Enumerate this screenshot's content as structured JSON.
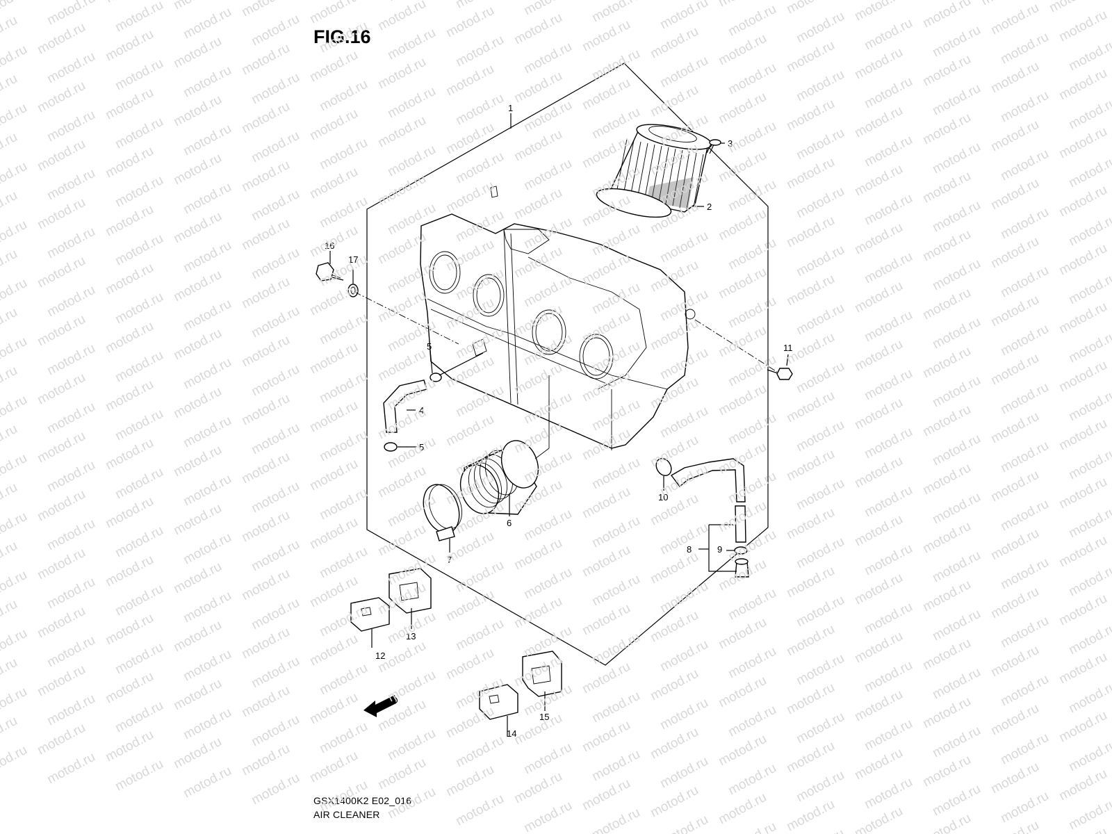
{
  "figure": {
    "title": "FIG.16"
  },
  "footer": {
    "model_code": "GSX1400K2 E02_016",
    "caption": "AIR CLEANER"
  },
  "callouts": [
    "1",
    "2",
    "3",
    "4",
    "5",
    "5",
    "6",
    "7",
    "8",
    "9",
    "10",
    "11",
    "12",
    "13",
    "14",
    "15",
    "16",
    "17"
  ],
  "fwd_badge": "FWD",
  "watermark": {
    "text": "motod.ru",
    "color": "#d8d8d8"
  }
}
